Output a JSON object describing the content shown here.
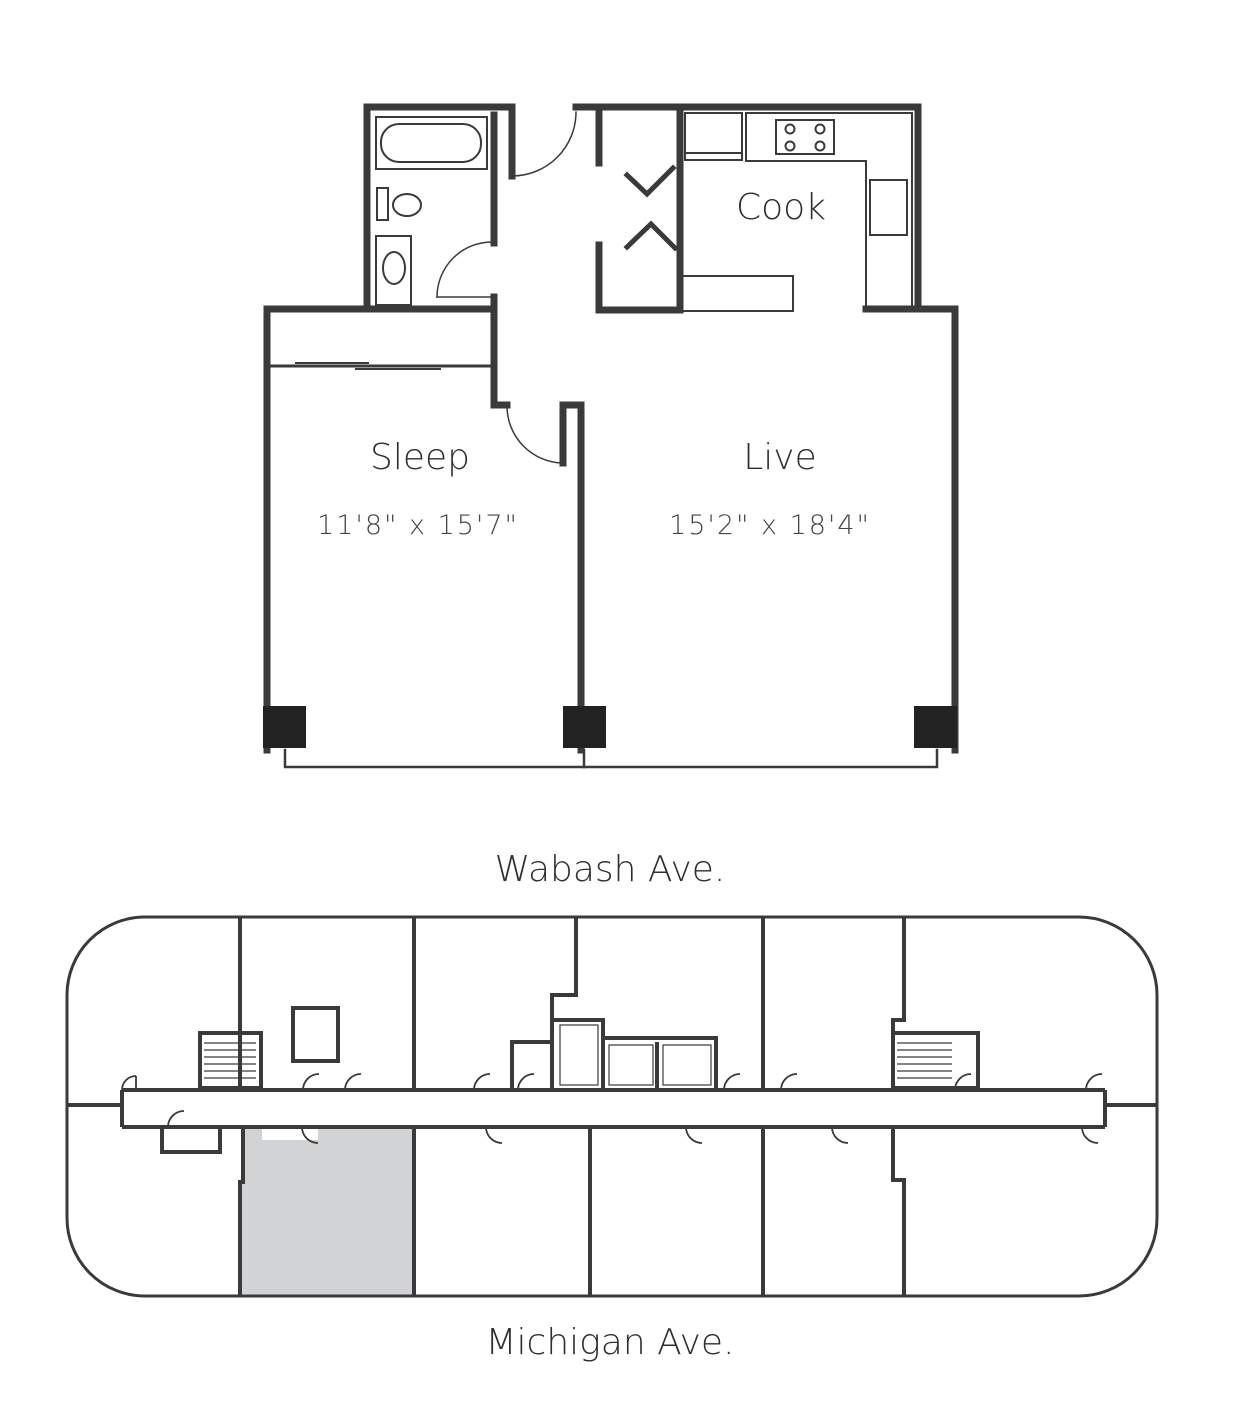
{
  "rooms": {
    "cook": {
      "label": "Cook"
    },
    "sleep": {
      "label": "Sleep",
      "dimensions": "11'8\" x 15'7\""
    },
    "live": {
      "label": "Live",
      "dimensions": "15'2\" x 18'4\""
    }
  },
  "streets": {
    "north": "Wabash Ave.",
    "south": "Michigan Ave."
  },
  "colors": {
    "wall": "#3a3a3a",
    "highlight_unit": "#d2d3d5",
    "background": "#ffffff"
  }
}
